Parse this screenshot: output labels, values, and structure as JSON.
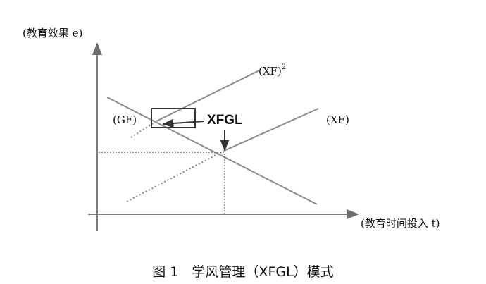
{
  "figure": {
    "y_axis_label": "(教育效果 e)",
    "x_axis_label": "(教育时间投入 t)",
    "curve_labels": {
      "xf_squared": "(XF)",
      "xf_squared_sup": "2",
      "xf": "(XF)",
      "gf": "(GF)",
      "xfgl": "XFGL"
    },
    "caption": "图 1　学风管理（XFGL）模式"
  },
  "colors": {
    "line": "#8a8a8a",
    "axis": "#7a7a7a",
    "text": "#111111"
  }
}
